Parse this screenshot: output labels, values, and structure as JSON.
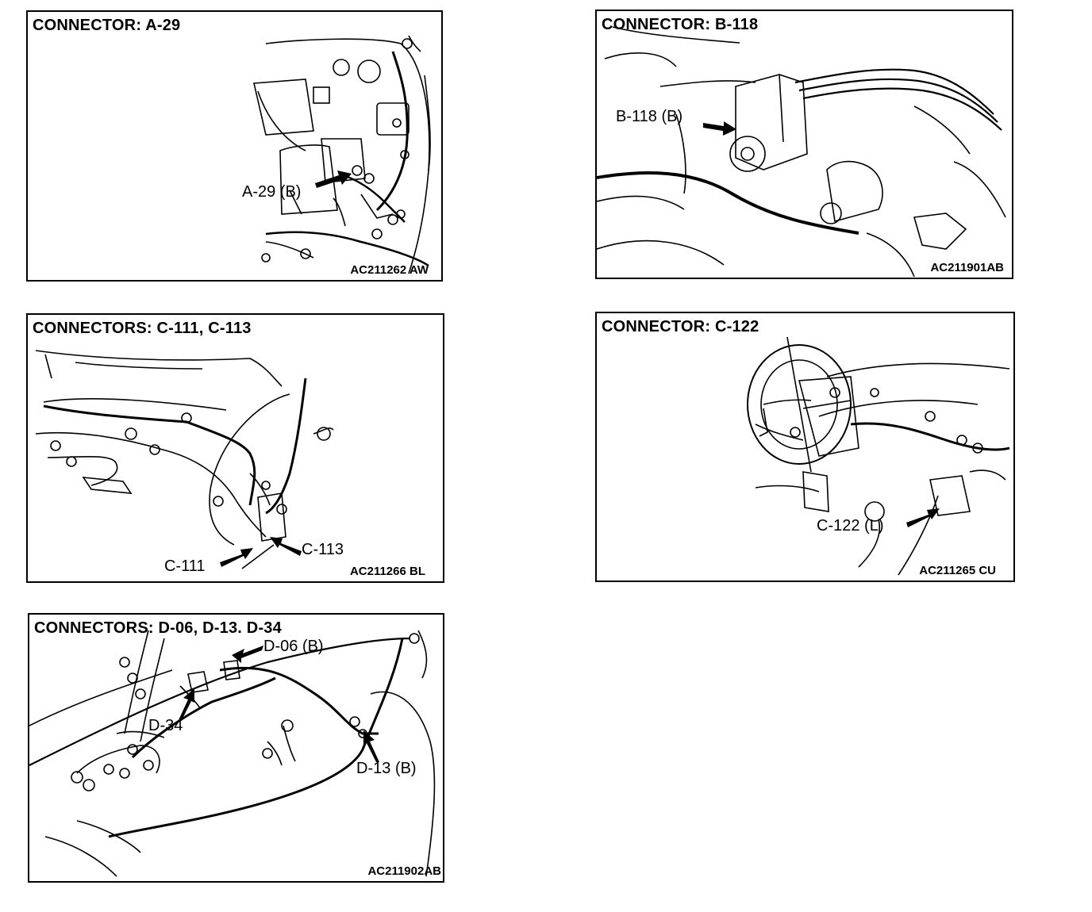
{
  "panels": {
    "a29": {
      "title": "CONNECTOR: A-29",
      "callouts": [
        "A-29 (B)"
      ],
      "code": "AC211262 AW"
    },
    "b118": {
      "title": "CONNECTOR: B-118",
      "callouts": [
        "B-118 (B)"
      ],
      "code": "AC211901AB"
    },
    "c111": {
      "title": "CONNECTORS: C-111, C-113",
      "callouts": [
        "C-111",
        "C-113"
      ],
      "code": "AC211266 BL"
    },
    "c122": {
      "title": "CONNECTOR: C-122",
      "callouts": [
        "C-122 (L)"
      ],
      "code": "AC211265 CU"
    },
    "d06": {
      "title": "CONNECTORS: D-06, D-13. D-34",
      "callouts": [
        "D-06 (B)",
        "D-34",
        "D-13 (B)"
      ],
      "code": "AC211902AB"
    }
  },
  "colors": {
    "ink": "#000000",
    "paper": "#ffffff"
  }
}
